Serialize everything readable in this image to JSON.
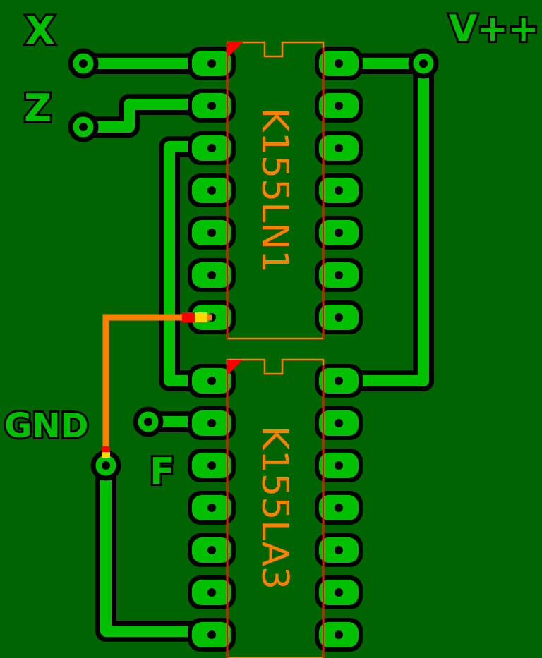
{
  "labels": {
    "x": "X",
    "z": "Z",
    "vcc": "V++",
    "gnd": "GND",
    "f": "F"
  },
  "chips": [
    {
      "id": "upper",
      "name": "K155LN1",
      "pins_per_side": 7
    },
    {
      "id": "lower",
      "name": "K155LA3",
      "pins_per_side": 7
    }
  ],
  "colors": {
    "board": "#006400",
    "copper": "#00C000",
    "outline": "#000000",
    "silkscreen": "#FF7F00",
    "drill": "#000000",
    "marker": "#FF0000",
    "marker_alt": "#FFD800"
  }
}
